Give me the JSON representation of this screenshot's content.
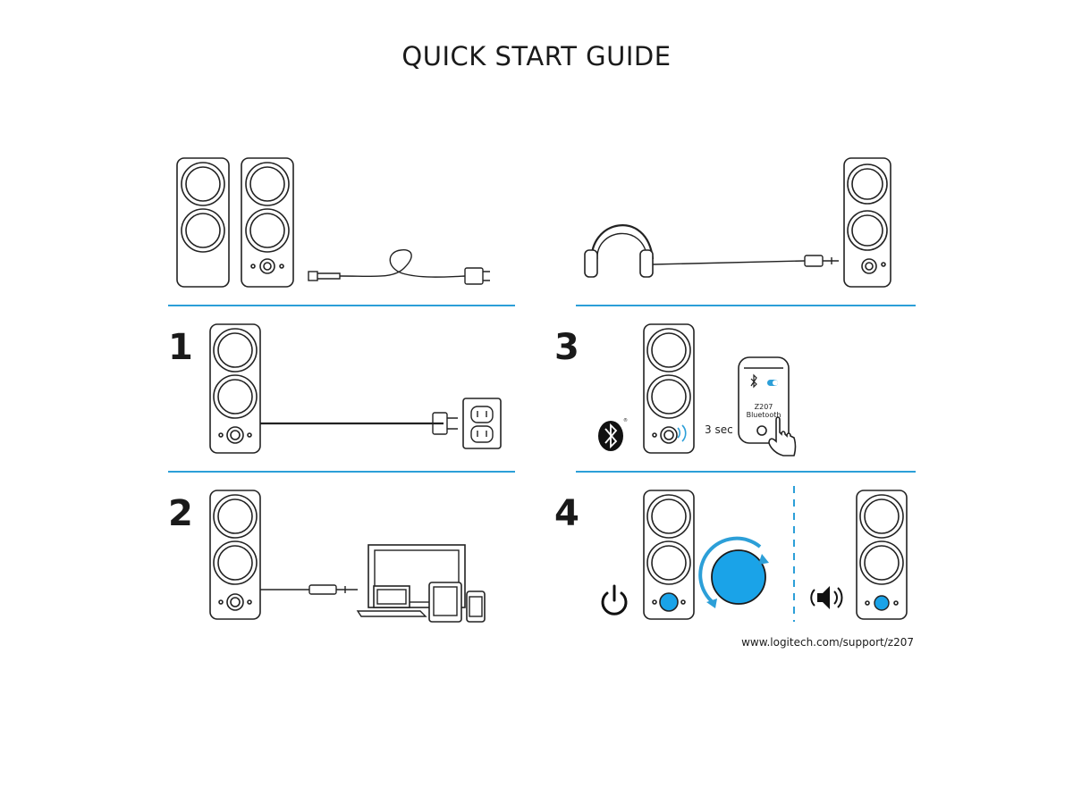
{
  "title": "QUICK START GUIDE",
  "steps": {
    "s1": "1",
    "s2": "2",
    "s3": "3",
    "s4": "4"
  },
  "phone_label": {
    "line1": "Z207",
    "line2": "Bluetooth"
  },
  "hold_time": "3 sec",
  "support_url": "www.logitech.com/support/z207",
  "colors": {
    "accent": "#2c9fd8",
    "knob": "#1aa3e8",
    "ink": "#222222"
  },
  "icons": [
    "bluetooth-icon",
    "power-icon",
    "volume-icon",
    "headphones-icon",
    "wall-outlet-icon",
    "power-plug-icon",
    "laptop-icon",
    "tablet-icon",
    "smartphone-icon",
    "hand-pointer-icon"
  ]
}
